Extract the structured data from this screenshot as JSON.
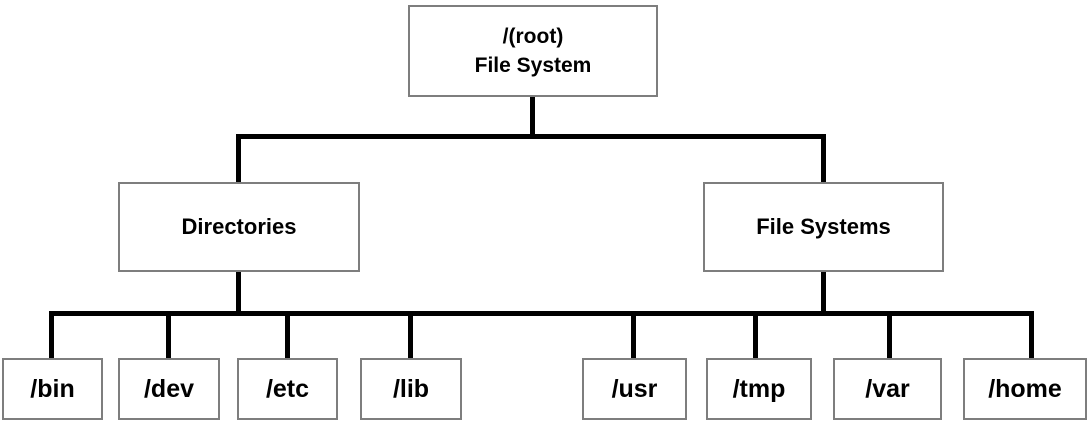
{
  "diagram": {
    "type": "tree",
    "description": "File system hierarchy diagram",
    "root": {
      "line1": "/(root)",
      "line2": "File System"
    },
    "branches": [
      {
        "label": "Directories",
        "children": [
          "/bin",
          "/dev",
          "/etc",
          "/lib"
        ]
      },
      {
        "label": "File Systems",
        "children": [
          "/usr",
          "/tmp",
          "/var",
          "/home"
        ]
      }
    ],
    "leaves": [
      {
        "label": "/bin"
      },
      {
        "label": "/dev"
      },
      {
        "label": "/etc"
      },
      {
        "label": "/lib"
      },
      {
        "label": "/usr"
      },
      {
        "label": "/tmp"
      },
      {
        "label": "/var"
      },
      {
        "label": "/home"
      }
    ]
  },
  "colors": {
    "background": "#ffffff",
    "box_fill": "#ffffff",
    "box_border": "#7e7e7e",
    "connector": "#000000",
    "text": "#000000"
  }
}
